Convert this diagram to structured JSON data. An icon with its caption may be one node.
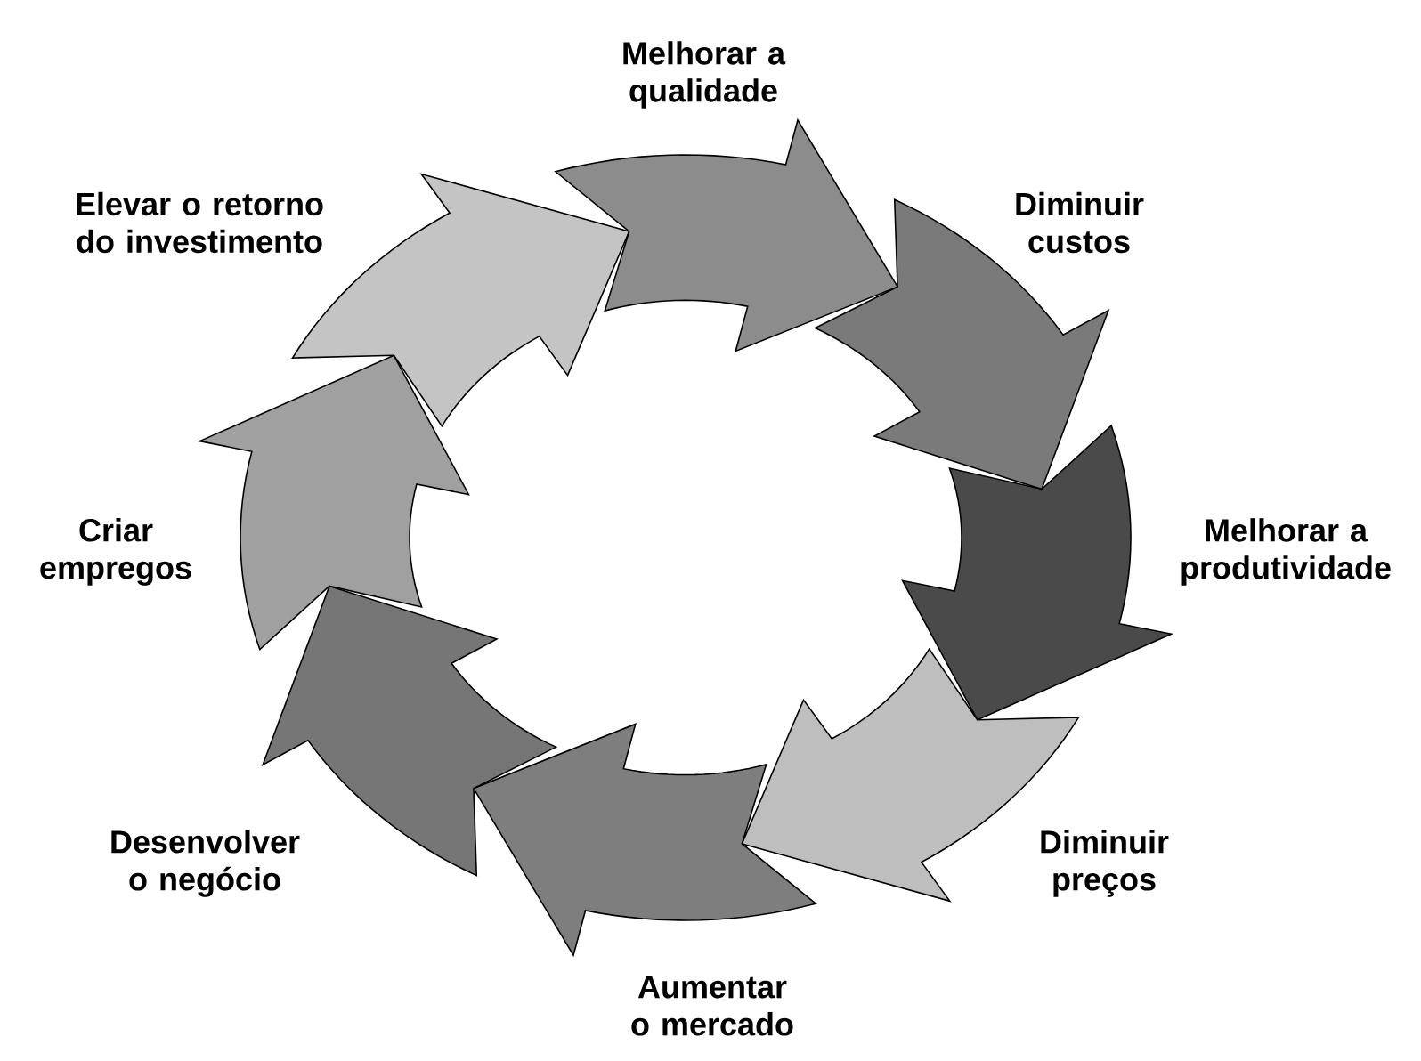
{
  "diagram": {
    "labels": [
      "Melhorar a qualidade",
      "Diminuir custos",
      "Melhorar a produtividade",
      "Diminuir preços",
      "Aumentar o mercado",
      "Desenvolver o negócio",
      "Criar empregos",
      "Elevar o retorno do investimento"
    ]
  }
}
